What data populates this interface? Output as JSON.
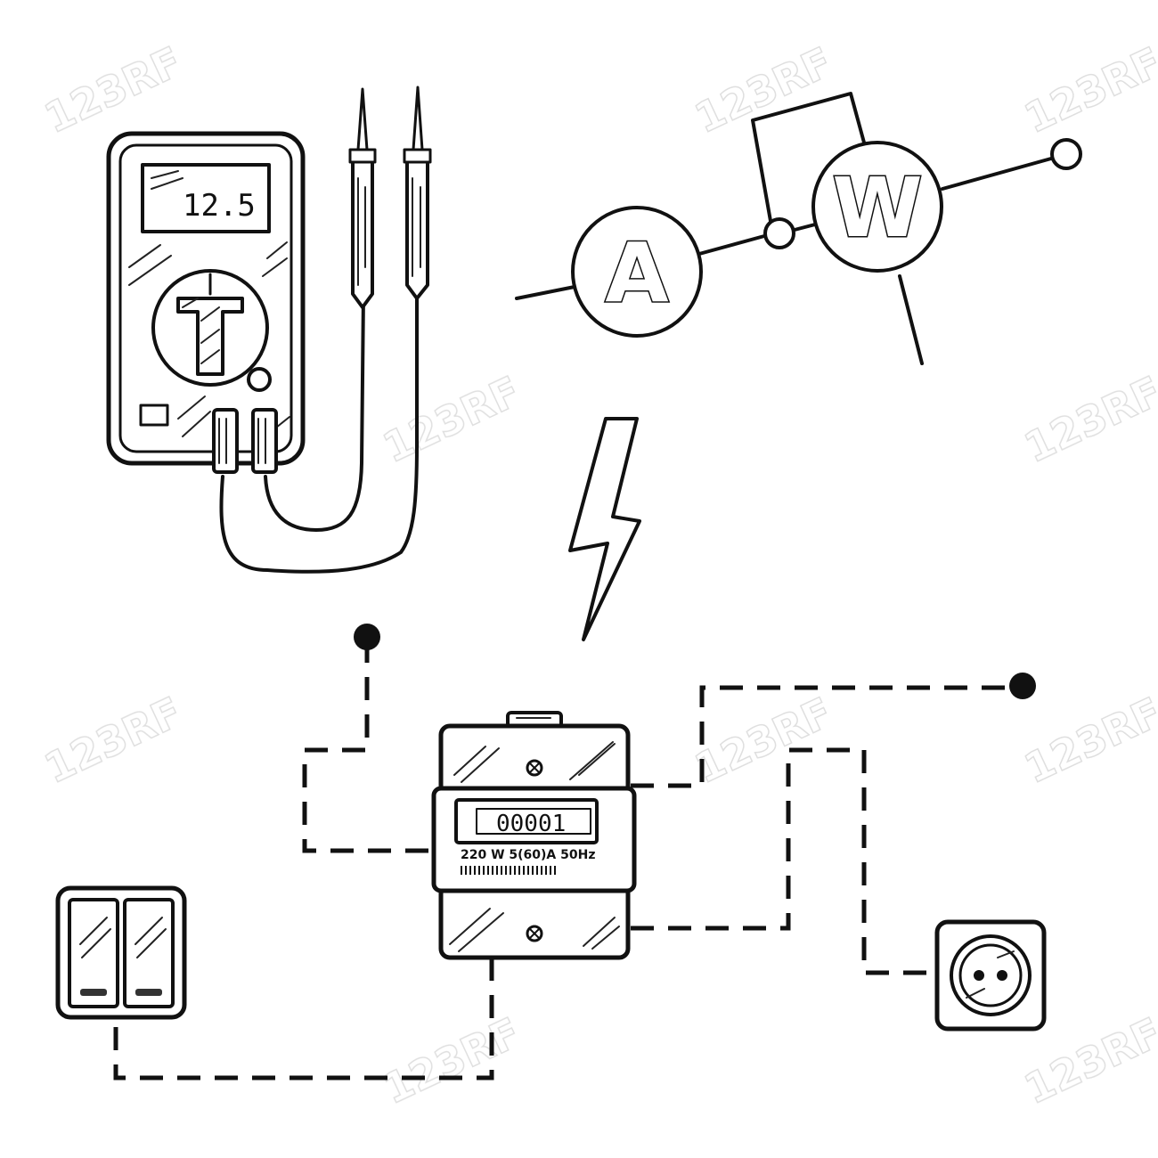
{
  "multimeter": {
    "display_value": "12.5"
  },
  "meter_symbols": {
    "ammeter_letter": "A",
    "wattmeter_letter": "W"
  },
  "energy_meter": {
    "counter": "00001",
    "spec": "220 W 5(60)A 50Hz"
  },
  "watermark": {
    "text": "123RF"
  },
  "colors": {
    "ink": "#111111",
    "background": "#ffffff",
    "watermark": "#dcdcdc"
  }
}
